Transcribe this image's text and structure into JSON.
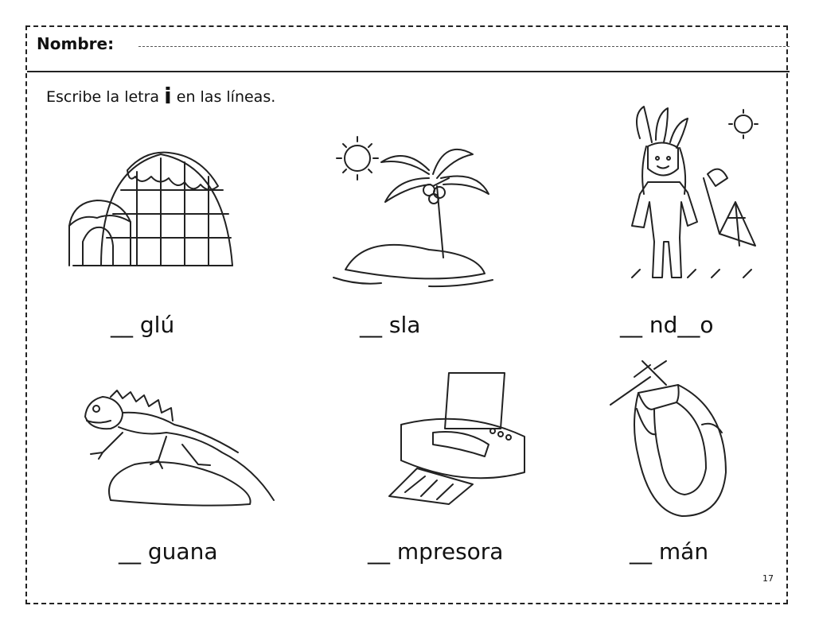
{
  "header": {
    "name_label": "Nombre:"
  },
  "instructions": {
    "before": "Escribe la letra ",
    "letter": "i",
    "after": " en las líneas."
  },
  "items": [
    {
      "word": "__ glú",
      "icon": "igloo-icon"
    },
    {
      "word": "__ sla",
      "icon": "island-icon"
    },
    {
      "word": "__ nd__o",
      "icon": "native-child-icon"
    },
    {
      "word": "__ guana",
      "icon": "iguana-icon"
    },
    {
      "word": "__ mpresora",
      "icon": "printer-icon"
    },
    {
      "word": "__ mán",
      "icon": "magnet-icon"
    }
  ],
  "page_number": "17"
}
